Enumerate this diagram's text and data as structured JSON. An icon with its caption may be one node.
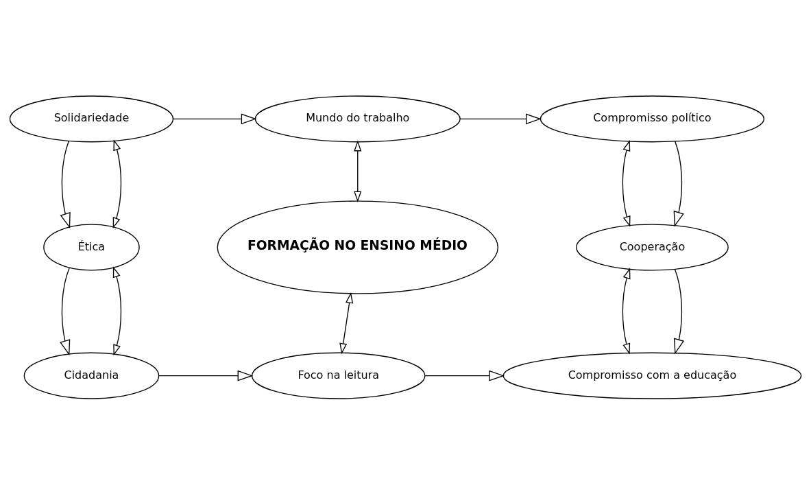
{
  "diagram": {
    "nodes": [
      {
        "text": [
          "Solidariedade"
        ]
      },
      {
        "text": [
          "Mundo do trabalho"
        ]
      },
      {
        "text": [
          "Compromisso político"
        ]
      },
      {
        "text": [
          "Ética"
        ]
      },
      {
        "text": [
          "FORMAÇÃO NO ENSINO MÉDIO"
        ]
      },
      {
        "text": [
          "Cooperação"
        ]
      },
      {
        "text": [
          "Cidadania"
        ]
      },
      {
        "text": [
          "Foco na leitura"
        ]
      },
      {
        "text": [
          "Compromisso com a educação"
        ]
      }
    ],
    "edges": [
      {
        "from": 0,
        "to": 1,
        "arrow": "to"
      },
      {
        "from": 1,
        "to": 2,
        "arrow": "to"
      },
      {
        "from": 0,
        "to": 3,
        "arrow": "to"
      },
      {
        "from": 0,
        "to": 3,
        "arrow": "both"
      },
      {
        "from": 1,
        "to": 4,
        "arrow": "both"
      },
      {
        "from": 2,
        "to": 5,
        "arrow": "both"
      },
      {
        "from": 2,
        "to": 5,
        "arrow": "to"
      },
      {
        "from": 3,
        "to": 6,
        "arrow": "to"
      },
      {
        "from": 3,
        "to": 6,
        "arrow": "both"
      },
      {
        "from": 4,
        "to": 7,
        "arrow": "both"
      },
      {
        "from": 5,
        "to": 8,
        "arrow": "both"
      },
      {
        "from": 5,
        "to": 8,
        "arrow": "to"
      },
      {
        "from": 6,
        "to": 7,
        "arrow": "to"
      },
      {
        "from": 7,
        "to": 8,
        "arrow": "to"
      }
    ]
  }
}
